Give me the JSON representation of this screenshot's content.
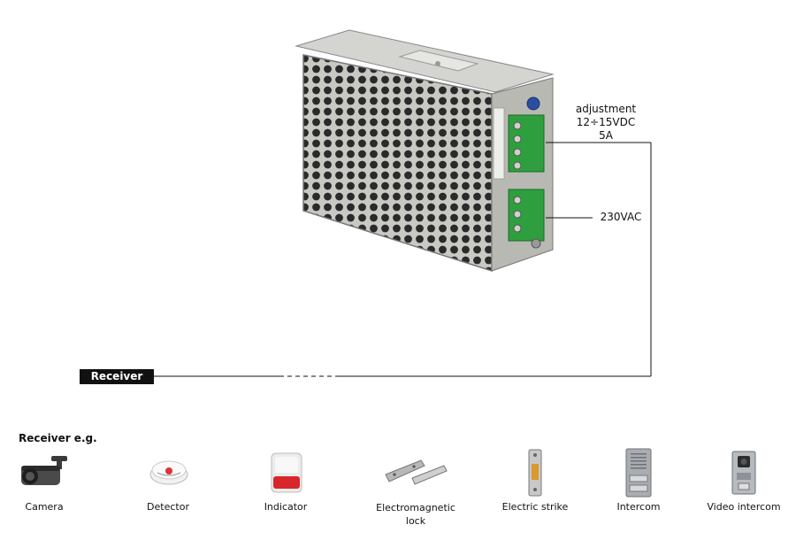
{
  "psu": {
    "output_label_lines": [
      "adjustment",
      "12÷15VDC",
      "5A"
    ],
    "input_label": "230VAC"
  },
  "receiver": {
    "tag": "Receiver"
  },
  "examples": {
    "heading": "Receiver e.g.",
    "items": [
      {
        "label": "Camera",
        "icon": "camera-icon"
      },
      {
        "label": "Detector",
        "icon": "detector-icon"
      },
      {
        "label": "Indicator",
        "icon": "indicator-icon"
      },
      {
        "label": "Electromagnetic lock",
        "icon": "electromagnetic-lock-icon"
      },
      {
        "label": "Electric strike",
        "icon": "electric-strike-icon"
      },
      {
        "label": "Intercom",
        "icon": "intercom-icon"
      },
      {
        "label": "Video intercom",
        "icon": "video-intercom-icon"
      }
    ]
  },
  "colors": {
    "terminal_green": "#2f9e3f",
    "tag_bg": "#111111",
    "indicator_red": "#d9262b"
  }
}
